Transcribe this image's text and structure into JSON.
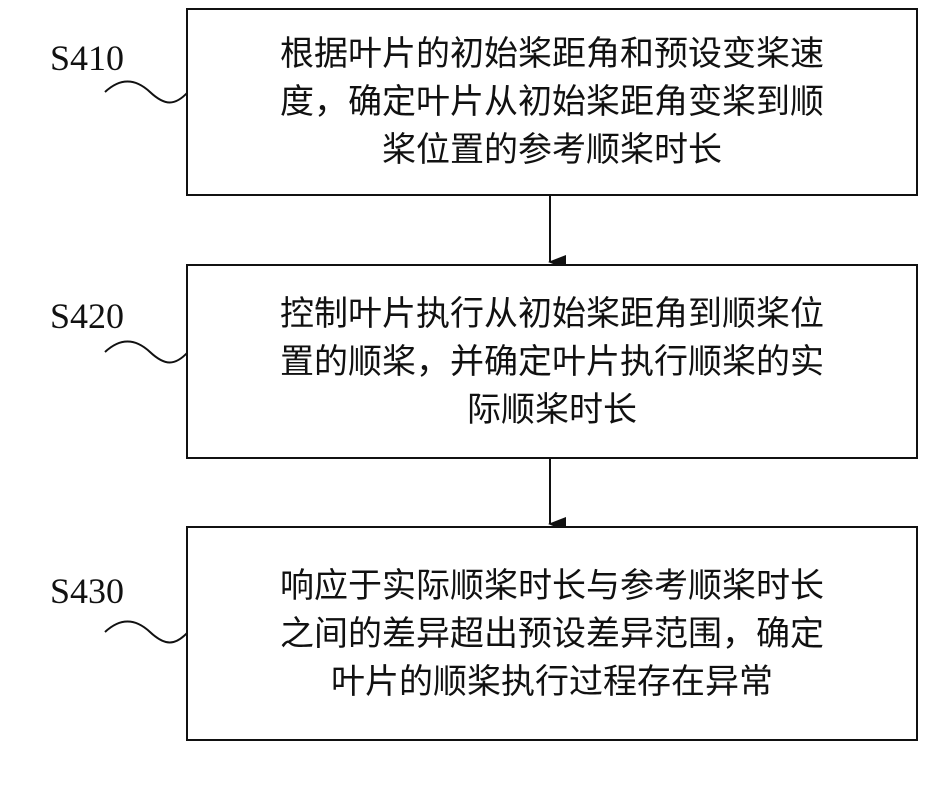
{
  "steps": [
    {
      "id": "S410",
      "text": "根据叶片的初始桨距角和预设变桨速\n度，确定叶片从初始桨距角变桨到顺\n桨位置的参考顺桨时长"
    },
    {
      "id": "S420",
      "text": "控制叶片执行从初始桨距角到顺桨位\n置的顺桨，并确定叶片执行顺桨的实\n际顺桨时长"
    },
    {
      "id": "S430",
      "text": "响应于实际顺桨时长与参考顺桨时长\n之间的差异超出预设差异范围，确定\n叶片的顺桨执行过程存在异常"
    }
  ],
  "colors": {
    "stroke": "#111111",
    "background": "#ffffff"
  }
}
